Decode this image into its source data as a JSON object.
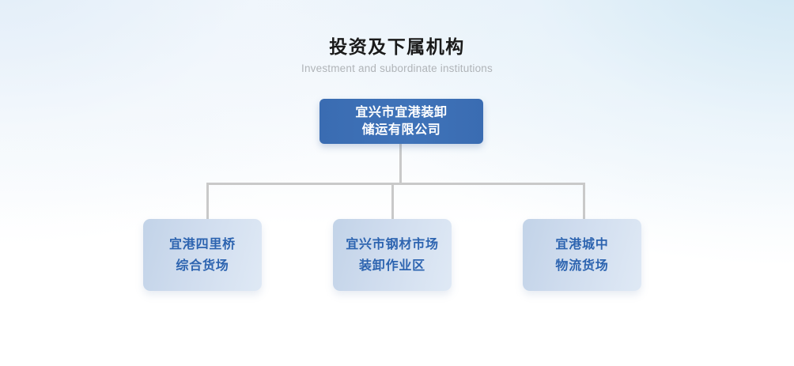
{
  "page": {
    "title_cn": "投资及下属机构",
    "title_en": "Investment and subordinate institutions"
  },
  "colors": {
    "root_node_fill": "#3a6cb2",
    "root_node_text": "#ffffff",
    "child_node_fill_start": "#c2d3e8",
    "child_node_fill_end": "#dfe9f5",
    "child_node_text": "#2d64b0",
    "connector_line": "#c9c9c9",
    "title_text": "#1a1a1a",
    "subtitle_text": "#b0b4b8",
    "background_tint": "#eff5fb"
  },
  "org_chart": {
    "type": "org-tree",
    "root": {
      "lines": [
        "宜兴市宜港装卸",
        "储运有限公司"
      ],
      "full_name": "宜兴市宜港装卸储运有限公司"
    },
    "children": [
      {
        "lines": [
          "宜港四里桥",
          "综合货场"
        ],
        "full_name": "宜港四里桥综合货场"
      },
      {
        "lines": [
          "宜兴市钢材市场",
          "装卸作业区"
        ],
        "full_name": "宜兴市钢材市场装卸作业区"
      },
      {
        "lines": [
          "宜港城中",
          "物流货场"
        ],
        "full_name": "宜港城中物流货场"
      }
    ]
  }
}
